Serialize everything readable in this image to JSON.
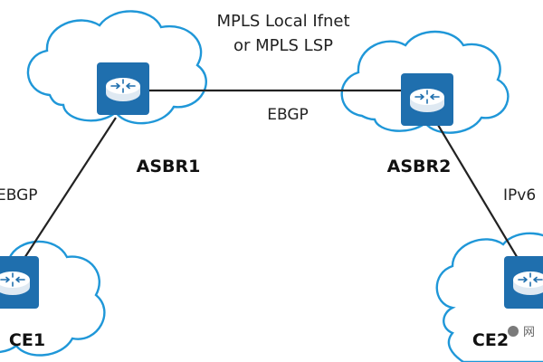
{
  "diagram": {
    "labels": {
      "top_line1": "MPLS  Local Ifnet",
      "top_line2": "or MPLS LSP",
      "link_asbr1_asbr2": "EBGP",
      "link_ce1_asbr1": "EBGP",
      "link_asbr2_ce2": "IPv6"
    },
    "nodes": {
      "asbr1": "ASBR1",
      "asbr2": "ASBR2",
      "ce1": "CE1",
      "ce2": "CE2"
    },
    "watermark": "网"
  },
  "colors": {
    "cloud_outline": "#1f97d8",
    "router": "#1f6fae",
    "link": "#222222"
  }
}
